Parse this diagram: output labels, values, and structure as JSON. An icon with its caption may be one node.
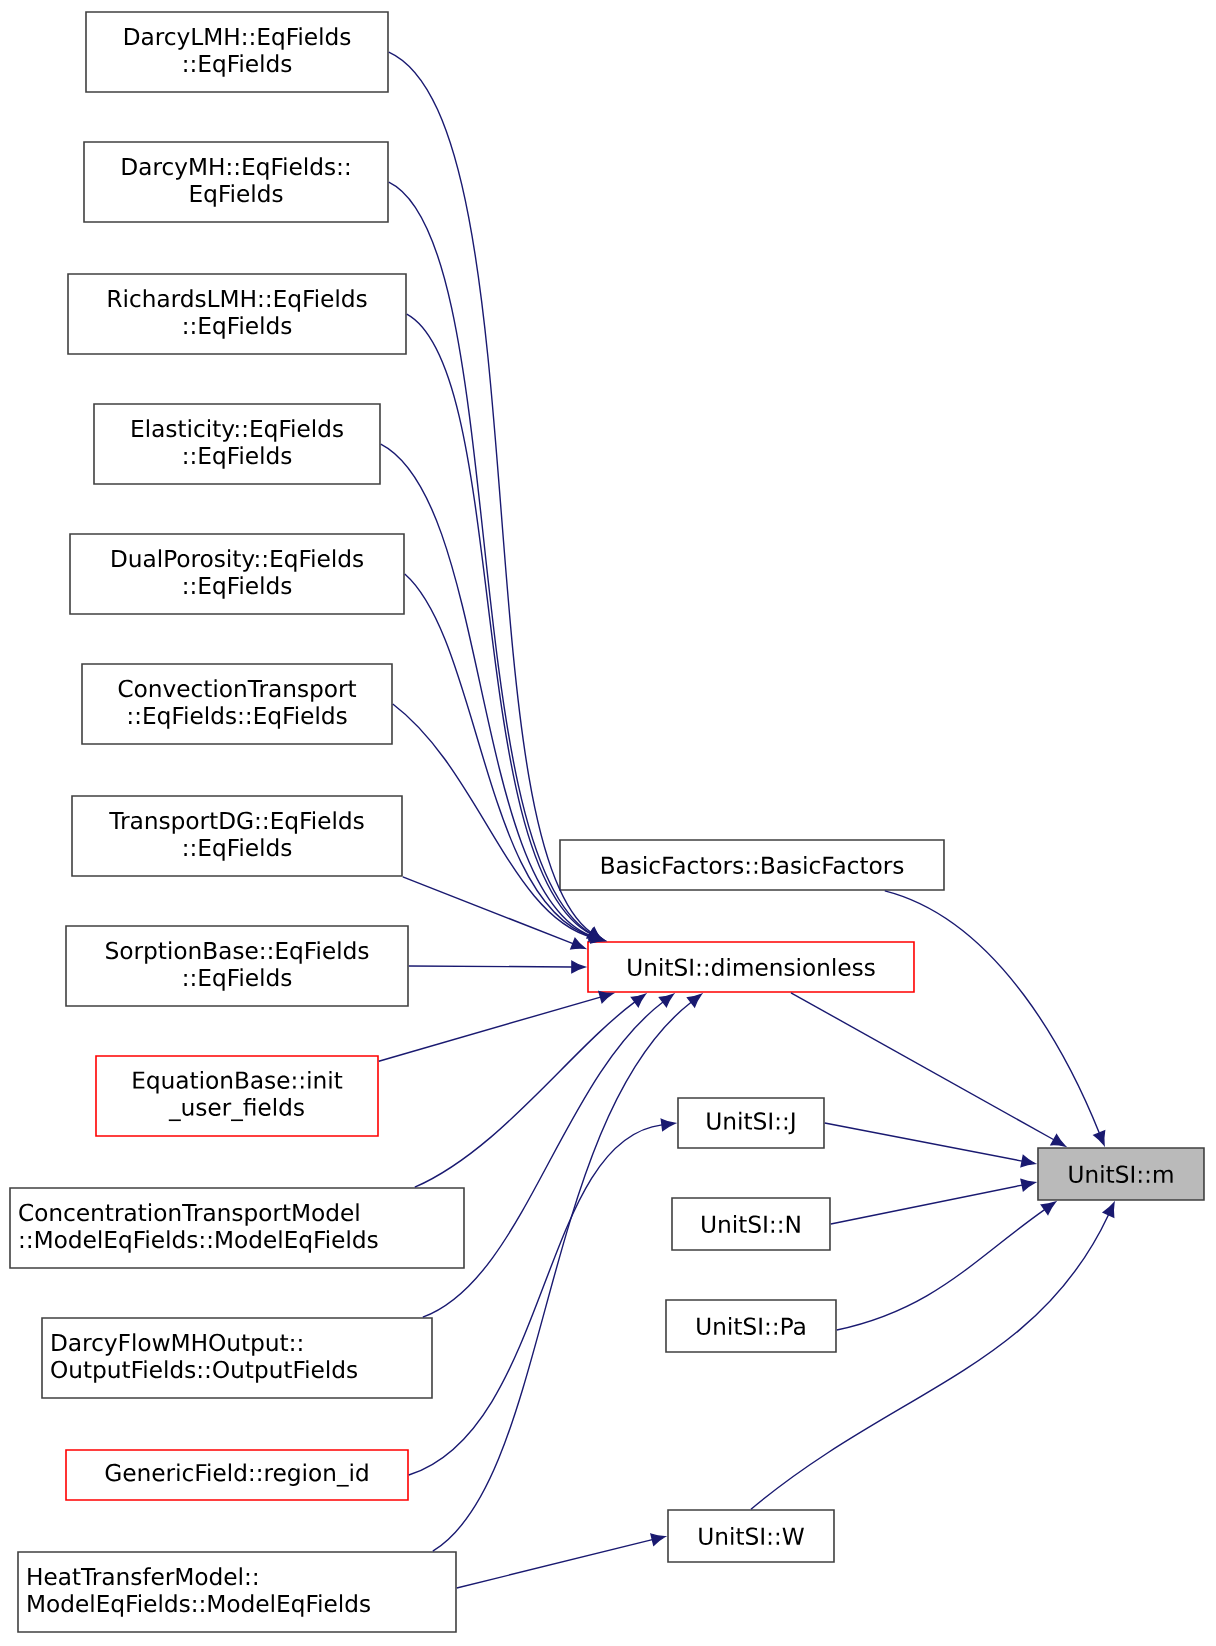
{
  "diagram": {
    "nodes": [
      {
        "text": [
          "DarcyLMH::EqFields ::EqFields"
        ]
      },
      {
        "text": [
          "DarcyMH::EqFields:: EqFields"
        ]
      },
      {
        "text": [
          "RichardsLMH::EqFields ::EqFields"
        ]
      },
      {
        "text": [
          "Elasticity::EqFields ::EqFields"
        ]
      },
      {
        "text": [
          "DualPorosity::EqFields ::EqFields"
        ]
      },
      {
        "text": [
          "ConvectionTransport ::EqFields::EqFields"
        ]
      },
      {
        "text": [
          "TransportDG::EqFields ::EqFields"
        ]
      },
      {
        "text": [
          "BasicFactors::BasicFactors"
        ]
      },
      {
        "text": [
          "SorptionBase::EqFields ::EqFields"
        ]
      },
      {
        "text": [
          "UnitSI::dimensionless"
        ]
      },
      {
        "text": [
          "EquationBase::init _user_fields"
        ]
      },
      {
        "text": [
          "UnitSI::J"
        ]
      },
      {
        "text": [
          "UnitSI::m"
        ]
      },
      {
        "text": [
          "UnitSI::N"
        ]
      },
      {
        "text": [
          "ConcentrationTransportModel ::ModelEqFields::ModelEqFields"
        ]
      },
      {
        "text": [
          "UnitSI::Pa"
        ]
      },
      {
        "text": [
          "DarcyFlowMHOutput:: OutputFields::OutputFields"
        ]
      },
      {
        "text": [
          "GenericField::region_id"
        ]
      },
      {
        "text": [
          "HeatTransferModel:: ModelEqFields::ModelEqFields"
        ]
      },
      {
        "text": [
          "UnitSI::W"
        ]
      }
    ],
    "edges": [
      {
        "from": 0,
        "to": 9,
        "arrow": "to"
      },
      {
        "from": 1,
        "to": 9,
        "arrow": "to"
      },
      {
        "from": 2,
        "to": 9,
        "arrow": "to"
      },
      {
        "from": 3,
        "to": 9,
        "arrow": "to"
      },
      {
        "from": 4,
        "to": 9,
        "arrow": "to"
      },
      {
        "from": 5,
        "to": 9,
        "arrow": "to"
      },
      {
        "from": 6,
        "to": 9,
        "arrow": "to"
      },
      {
        "from": 8,
        "to": 9,
        "arrow": "to"
      },
      {
        "from": 10,
        "to": 9,
        "arrow": "to"
      },
      {
        "from": 14,
        "to": 9,
        "arrow": "to"
      },
      {
        "from": 16,
        "to": 9,
        "arrow": "to"
      },
      {
        "from": 18,
        "to": 9,
        "arrow": "to"
      },
      {
        "from": 17,
        "to": 11,
        "arrow": "to"
      },
      {
        "from": 18,
        "to": 19,
        "arrow": "to"
      },
      {
        "from": 9,
        "to": 12,
        "arrow": "to"
      },
      {
        "from": 7,
        "to": 12,
        "arrow": "to"
      },
      {
        "from": 11,
        "to": 12,
        "arrow": "to"
      },
      {
        "from": 13,
        "to": 12,
        "arrow": "to"
      },
      {
        "from": 15,
        "to": 12,
        "arrow": "to"
      },
      {
        "from": 19,
        "to": 12,
        "arrow": "to"
      }
    ]
  }
}
